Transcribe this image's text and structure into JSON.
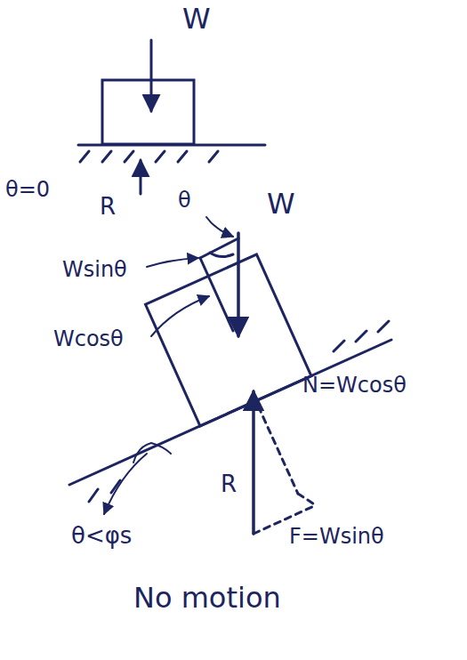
{
  "diagram": {
    "labels": [
      "W",
      "θ=0",
      "R",
      "θ",
      "W",
      "Wsinθ",
      "Wcosθ",
      "N=Wcosθ",
      "R",
      "F=Wsinθ",
      "θ<φs",
      "No motion"
    ]
  }
}
